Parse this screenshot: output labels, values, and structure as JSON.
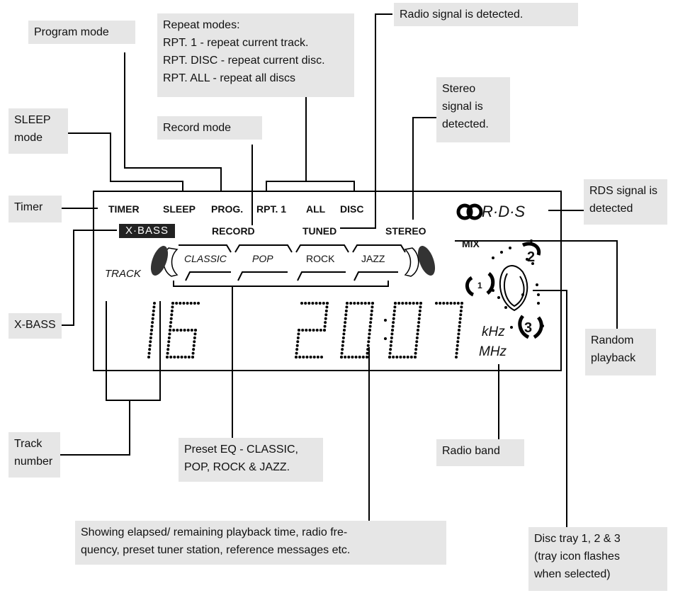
{
  "callouts": {
    "program": "Program mode",
    "repeat": [
      "Repeat modes:",
      "RPT. 1 - repeat current track.",
      "RPT. DISC - repeat current disc.",
      "RPT. ALL - repeat all discs"
    ],
    "radio_signal": "Radio signal is detected.",
    "sleep": [
      "SLEEP",
      "mode"
    ],
    "record": "Record mode",
    "stereo": [
      "Stereo",
      "signal is",
      "detected."
    ],
    "timer": "Timer",
    "rds": [
      "RDS signal is",
      "detected"
    ],
    "xbass": "X-BASS",
    "random": [
      "Random",
      "playback"
    ],
    "track_number": [
      "Track",
      "number"
    ],
    "preset_eq": [
      "Preset EQ - CLASSIC,",
      "POP, ROCK & JAZZ."
    ],
    "radio_band": "Radio band",
    "elapsed": [
      "Showing elapsed/ remaining playback time, radio fre-",
      "quency, preset tuner station, reference messages etc."
    ],
    "disc_tray": [
      "Disc tray 1, 2 & 3",
      "(tray icon flashes",
      "when selected)"
    ]
  },
  "display": {
    "top_row": [
      "TIMER",
      "SLEEP",
      "PROG.",
      "RPT. 1",
      "ALL",
      "DISC"
    ],
    "xbass": "X·BASS",
    "record": "RECORD",
    "tuned": "TUNED",
    "stereo": "STEREO",
    "rds": "R·D·S",
    "mix": "MIX",
    "eq": [
      "CLASSIC",
      "POP",
      "ROCK",
      "JAZZ"
    ],
    "track_label": "TRACK",
    "track_digits": "16",
    "time_digits": "20:07",
    "khz": "kHz",
    "mhz": "MHz",
    "trays": [
      "1",
      "2",
      "3"
    ]
  }
}
